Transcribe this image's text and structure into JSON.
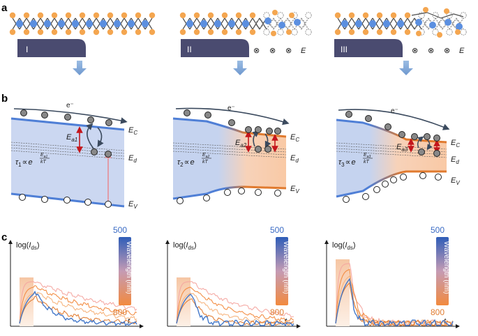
{
  "panel_labels": {
    "a": "a",
    "b": "b",
    "c": "c"
  },
  "devices": [
    "I",
    "II",
    "III"
  ],
  "field_symbol": "⊗",
  "field_label": "E",
  "electron_label": "e⁻",
  "band_labels": {
    "ec": "E",
    "ec_sub": "C",
    "ed": "E",
    "ed_sub": "d",
    "ev": "E",
    "ev_sub": "V"
  },
  "activation_labels": [
    {
      "main": "E",
      "sub": "a1"
    },
    {
      "main": "E",
      "sub": "a2"
    },
    {
      "main": "E",
      "sub": "a3"
    }
  ],
  "tau_labels": [
    {
      "tau": "τ",
      "sub": "1",
      "prop": "∝",
      "e": "e",
      "num": "E",
      "num_sub": "a1",
      "den": "kT"
    },
    {
      "tau": "τ",
      "sub": "2",
      "prop": "∝",
      "e": "e",
      "num": "E",
      "num_sub": "a2",
      "den": "kT"
    },
    {
      "tau": "τ",
      "sub": "3",
      "prop": "∝",
      "e": "e",
      "num": "E",
      "num_sub": "a3",
      "den": "kT"
    }
  ],
  "axis": {
    "ylabel_prefix": "log(",
    "ylabel_var": "I",
    "ylabel_sub": "ds",
    "ylabel_suffix": ")",
    "xlabel": "t"
  },
  "colorbar": {
    "top": "500",
    "bottom": "800",
    "label": "Wavelength (nm)"
  },
  "colors": {
    "atom_orange": "#f4a650",
    "atom_blue": "#5b8fe0",
    "bond": "#4d4d4d",
    "gate": "#4a4b70",
    "arrow": "#7ba7d6",
    "band_blue": "#4f7fd6",
    "band_orange": "#e07a2e",
    "fill_blue": "#c5d3ef",
    "fill_orange": "#f9cfae",
    "red_arrow": "#c4161c",
    "dark_arrow": "#3b4a5e"
  }
}
